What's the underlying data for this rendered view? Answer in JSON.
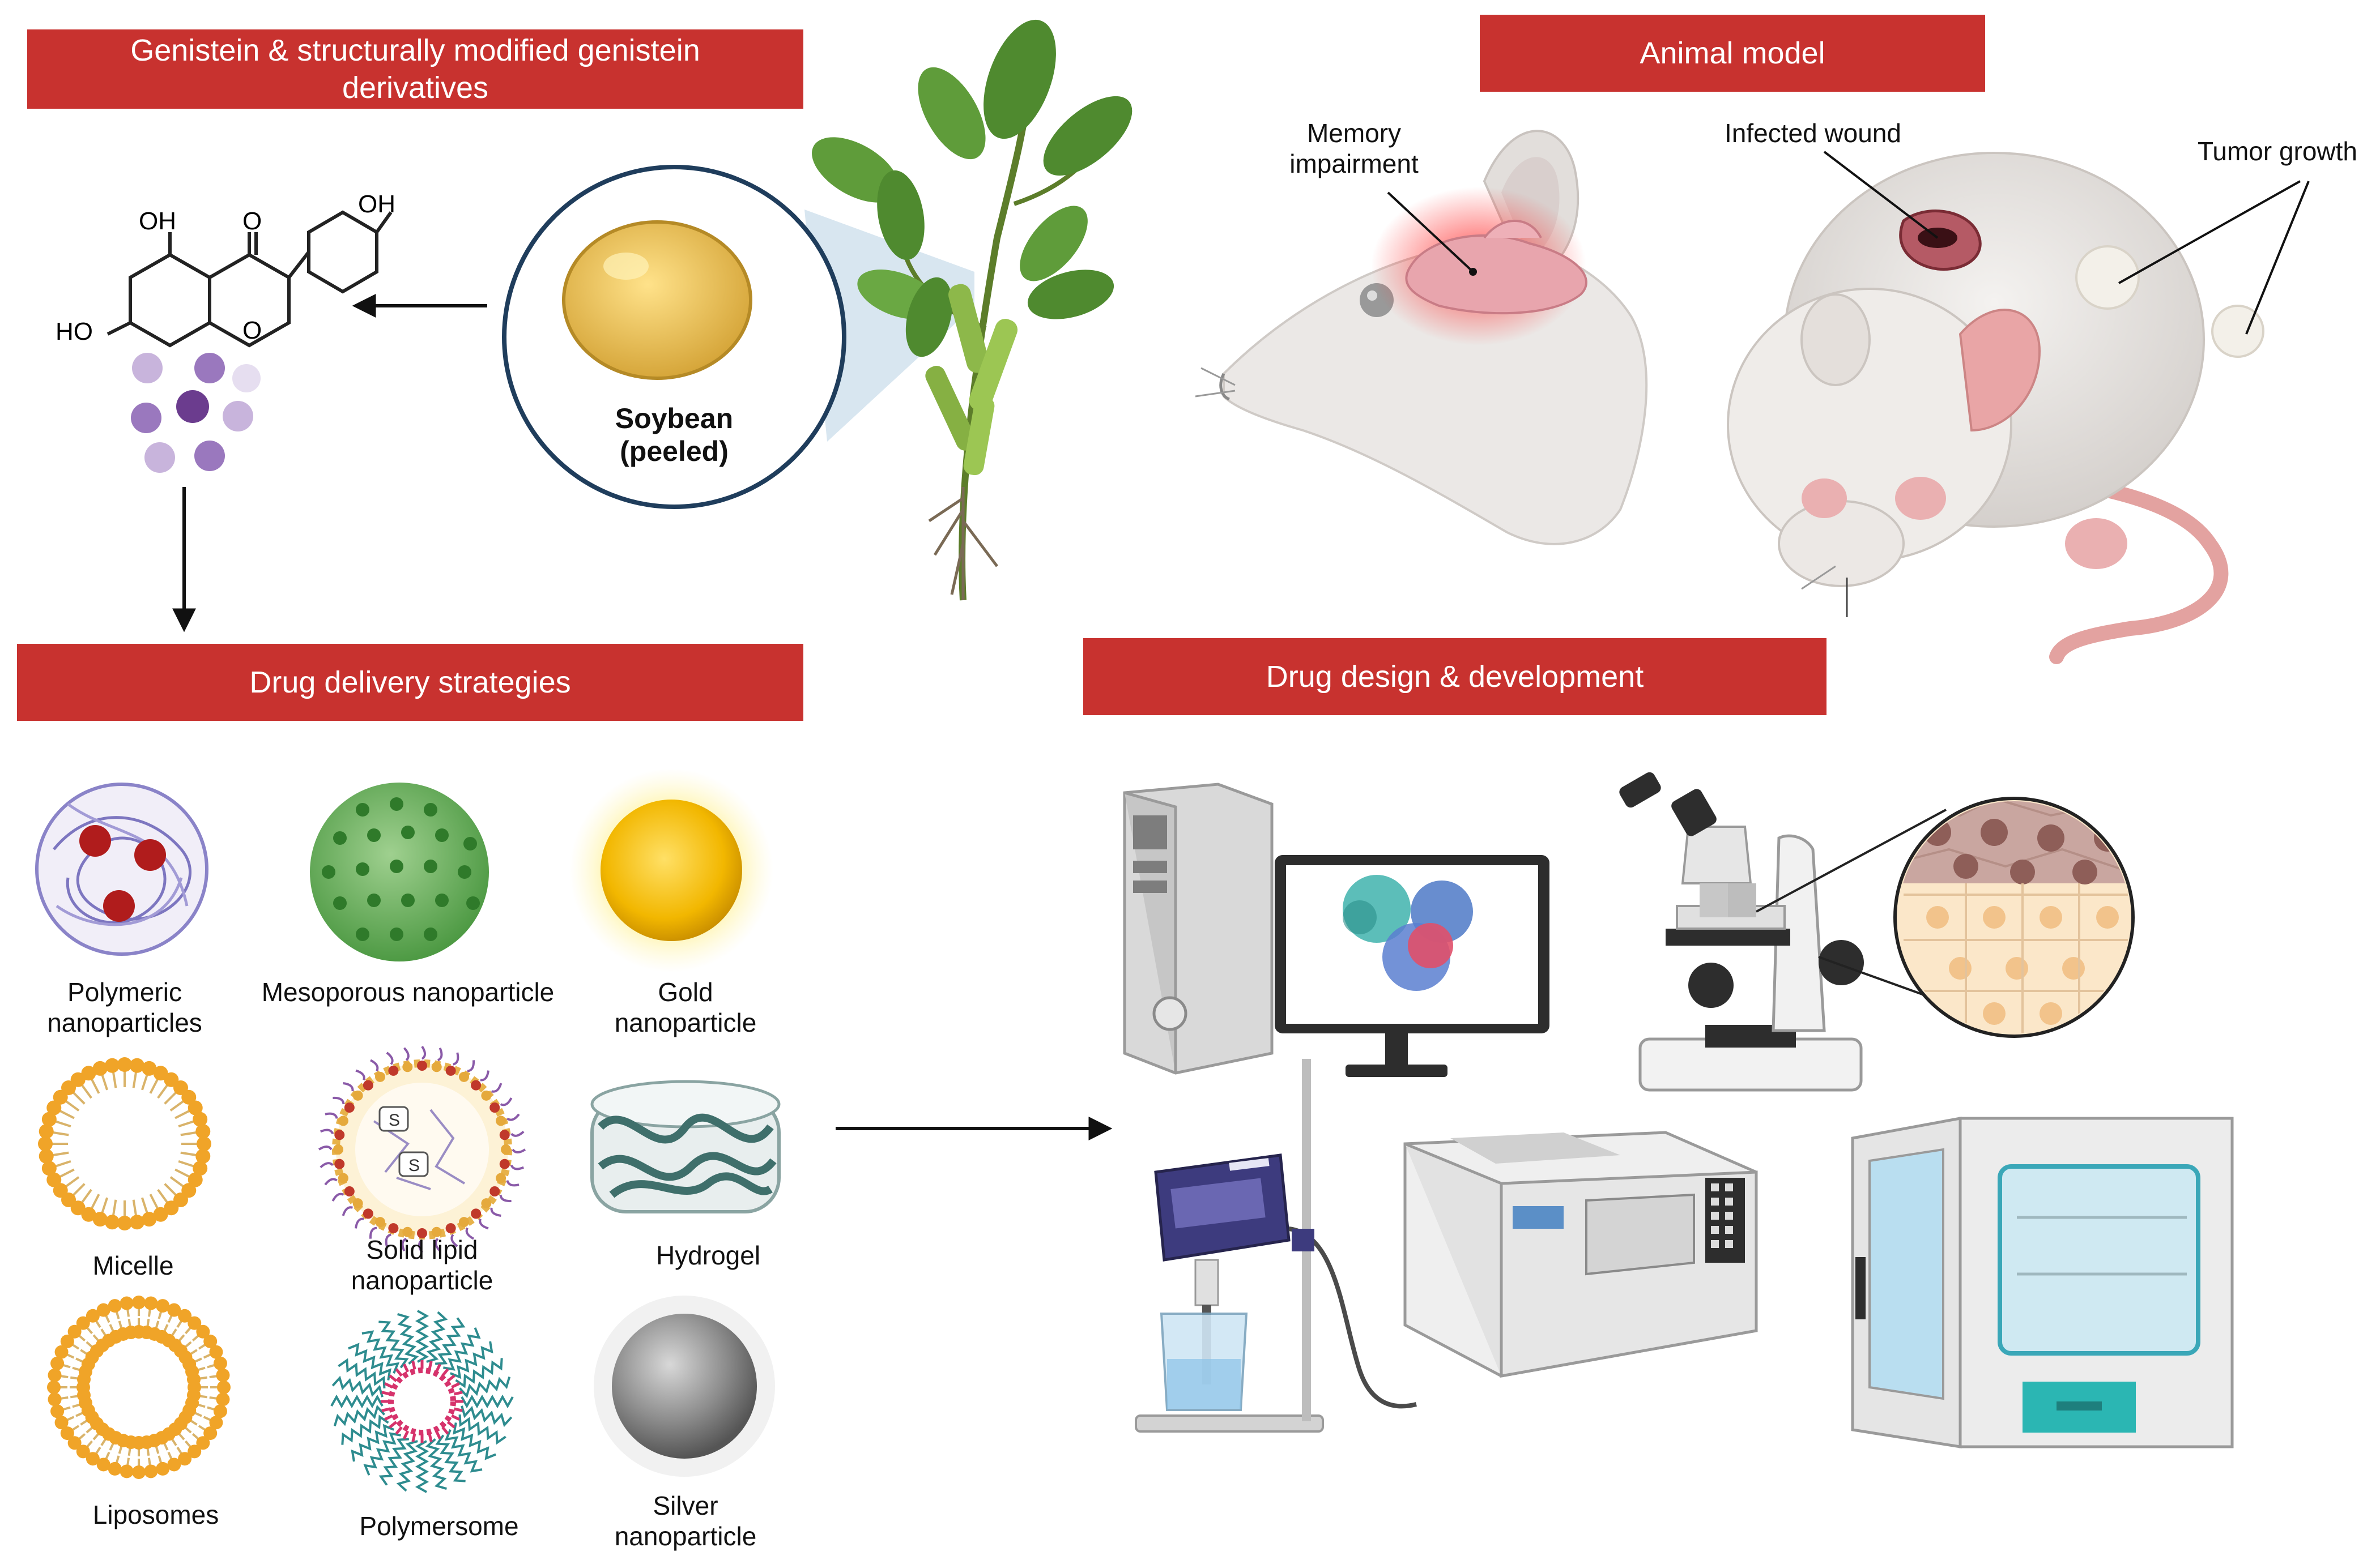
{
  "banners": {
    "genistein": "Genistein & structurally modified genistein derivatives",
    "animal_model": "Animal model",
    "drug_delivery": "Drug delivery strategies",
    "drug_design": "Drug design & development"
  },
  "soybean": {
    "label": "Soybean (peeled)"
  },
  "molecule": {
    "oh_top_left": "OH",
    "ketone": "O",
    "oh_right": "OH",
    "ho_left": "HO",
    "ring_oxygen": "O"
  },
  "animal_labels": {
    "memory": "Memory impairment",
    "wound": "Infected wound",
    "tumor": "Tumor growth"
  },
  "nanocarriers": [
    {
      "label": "Polymeric nanoparticles"
    },
    {
      "label": "Mesoporous nanoparticle"
    },
    {
      "label": "Gold nanoparticle"
    },
    {
      "label": "Micelle"
    },
    {
      "label": "Solid lipid nanoparticle"
    },
    {
      "label": "Hydrogel"
    },
    {
      "label": "Liposomes"
    },
    {
      "label": "Polymersome"
    },
    {
      "label": "Silver nanoparticle"
    }
  ],
  "lipid_tags": [
    "S",
    "S"
  ],
  "colors": {
    "banner": "#c8322f",
    "gold": "#f2b700",
    "mesoporous": "#5aa14f",
    "micelle": "#f0a428",
    "silver": "#8a8a8a",
    "hydrogel": "#3f6f6b",
    "polymersome": "#2e8c8f"
  }
}
